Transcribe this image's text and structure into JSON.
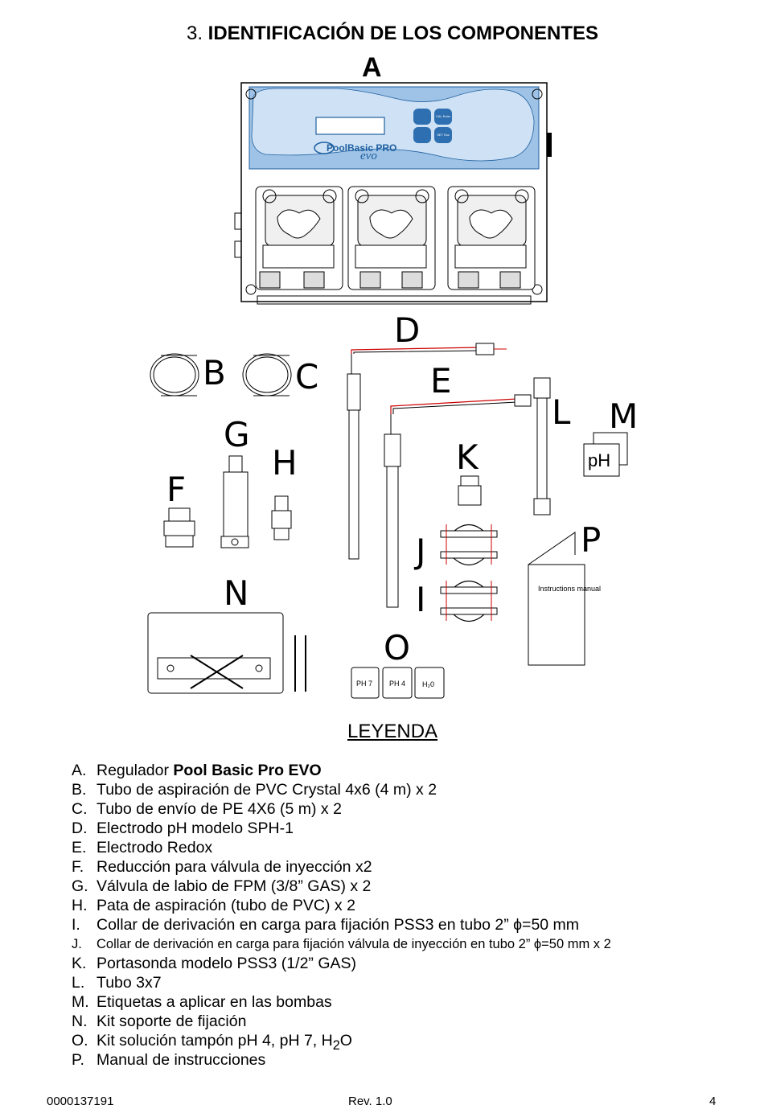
{
  "header": {
    "section_number": "3.",
    "title": "IDENTIFICACIÓN DE LOS COMPONENTES"
  },
  "figure": {
    "labels": [
      "A",
      "B",
      "C",
      "D",
      "E",
      "F",
      "G",
      "H",
      "I",
      "J",
      "K",
      "L",
      "M",
      "N",
      "O",
      "P"
    ],
    "device_brand": "PoolBasic PRO",
    "device_model": "evo",
    "buttons": [
      "CAL Enter",
      "SET Esc"
    ],
    "ph_tag": "pH",
    "bottles": [
      "PH 7",
      "PH 4",
      "H₂0"
    ],
    "manual_label": "Instructions manual"
  },
  "legend": {
    "title": "LEYENDA",
    "items": [
      {
        "key": "A.",
        "pre": "Regulador ",
        "bold": "Pool Basic Pro EVO"
      },
      {
        "key": "B.",
        "text": "Tubo de aspiración de PVC Crystal 4x6 (4 m) x 2"
      },
      {
        "key": "C.",
        "text": "Tubo de envío de PE 4X6 (5 m) x 2"
      },
      {
        "key": "D.",
        "text": "Electrodo pH modelo SPH-1"
      },
      {
        "key": "E.",
        "text": "Electrodo Redox"
      },
      {
        "key": "F.",
        "text": "Reducción para válvula de inyección x2"
      },
      {
        "key": "G.",
        "text": "Válvula de labio de FPM (3/8” GAS) x 2"
      },
      {
        "key": "H.",
        "text": "Pata de aspiración (tubo de PVC) x 2"
      },
      {
        "key": "I.",
        "text": "Collar de derivación en carga para fijación PSS3 en tubo 2” ϕ=50 mm"
      },
      {
        "key": "J.",
        "text": "Collar de derivación en carga para fijación válvula de inyección en tubo 2” ϕ=50 mm x 2"
      },
      {
        "key": "K.",
        "text": "Portasonda modelo PSS3 (1/2” GAS)"
      },
      {
        "key": "L.",
        "text": "Tubo 3x7"
      },
      {
        "key": "M.",
        "text": "Etiquetas a aplicar en las bombas"
      },
      {
        "key": "N.",
        "text": "Kit soporte de fijación"
      },
      {
        "key": "O.",
        "pre": "Kit solución tampón pH 4, pH 7, H",
        "sub": "2",
        "post": "O"
      },
      {
        "key": "P.",
        "text": "Manual de instrucciones"
      }
    ]
  },
  "footer": {
    "code": "0000137191",
    "revision": "Rev. 1.0",
    "page": "4"
  }
}
